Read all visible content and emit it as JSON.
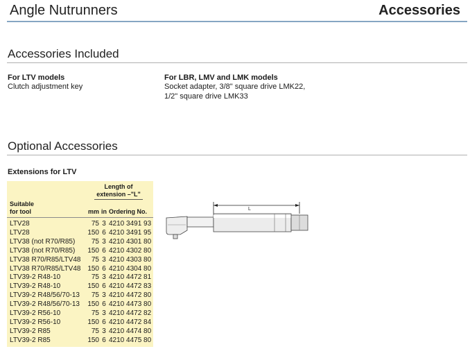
{
  "header": {
    "left_title": "Angle Nutrunners",
    "right_title": "Accessories"
  },
  "accessories_included": {
    "title": "Accessories Included",
    "columns": [
      {
        "heading": "For LTV models",
        "lines": [
          "Clutch adjustment key"
        ]
      },
      {
        "heading": "For LBR, LMV and LMK models",
        "lines": [
          "Socket adapter, 3/8\" square drive LMK22,",
          "1/2\" square drive LMK33"
        ]
      }
    ]
  },
  "optional_accessories": {
    "title": "Optional Accessories",
    "extensions_title": "Extensions for LTV",
    "table": {
      "header": {
        "length_line1": "Length of",
        "length_line2": "extension –\"L\"",
        "suitable_line1": "Suitable",
        "suitable_line2": "for tool",
        "mm": "mm",
        "in": "in",
        "ordering": "Ordering No."
      },
      "rows": [
        {
          "tool": "LTV28",
          "mm": "75",
          "in": "3",
          "ordering": "4210 3491 93"
        },
        {
          "tool": "LTV28",
          "mm": "150",
          "in": "6",
          "ordering": "4210 3491 95"
        },
        {
          "tool": "LTV38 (not R70/R85)",
          "mm": "75",
          "in": "3",
          "ordering": "4210 4301 80"
        },
        {
          "tool": "LTV38 (not R70/R85)",
          "mm": "150",
          "in": "6",
          "ordering": "4210 4302 80"
        },
        {
          "tool": "LTV38 R70/R85/LTV48",
          "mm": "75",
          "in": "3",
          "ordering": "4210 4303 80"
        },
        {
          "tool": "LTV38 R70/R85/LTV48",
          "mm": "150",
          "in": "6",
          "ordering": "4210 4304 80"
        },
        {
          "tool": "LTV39-2 R48-10",
          "mm": "75",
          "in": "3",
          "ordering": "4210 4472 81"
        },
        {
          "tool": "LTV39-2 R48-10",
          "mm": "150",
          "in": "6",
          "ordering": "4210 4472 83"
        },
        {
          "tool": "LTV39-2 R48/56/70-13",
          "mm": "75",
          "in": "3",
          "ordering": "4210 4472 80"
        },
        {
          "tool": "LTV39-2 R48/56/70-13",
          "mm": "150",
          "in": "6",
          "ordering": "4210 4473 80"
        },
        {
          "tool": "LTV39-2 R56-10",
          "mm": "75",
          "in": "3",
          "ordering": "4210 4472 82"
        },
        {
          "tool": "LTV39-2 R56-10",
          "mm": "150",
          "in": "6",
          "ordering": "4210 4472 84"
        },
        {
          "tool": "LTV39-2 R85",
          "mm": "75",
          "in": "3",
          "ordering": "4210 4474 80"
        },
        {
          "tool": "LTV39-2 R85",
          "mm": "150",
          "in": "6",
          "ordering": "4210 4475 80"
        }
      ]
    },
    "diagram": {
      "dimension_label": "L"
    }
  },
  "colors": {
    "accent_rule": "#86a6c3",
    "table_background": "#fbf4c3"
  }
}
